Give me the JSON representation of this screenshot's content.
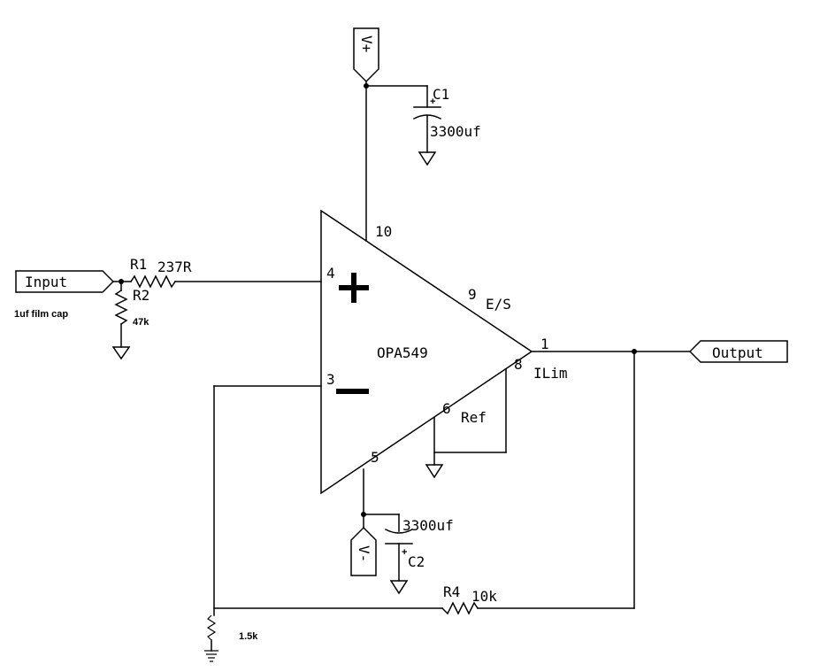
{
  "ports": {
    "input": "Input",
    "output": "Output",
    "vplus": "V+",
    "vminus": "V-"
  },
  "opamp": {
    "part": "OPA549",
    "pin_noninv": "4",
    "pin_inv": "3",
    "pin_vplus": "10",
    "pin_vminus": "5",
    "pin_es": "9",
    "label_es": "E/S",
    "pin_out": "1",
    "pin_ilim": "8",
    "label_ilim": "ILim",
    "pin_ref": "6",
    "label_ref": "Ref"
  },
  "components": {
    "r1_name": "R1",
    "r1_value": "237R",
    "r2_name": "R2",
    "r2_value": "47k",
    "r4_name": "R4",
    "r4_value": "10k",
    "r3_value": "1.5k",
    "c1_name": "C1",
    "c1_value": "3300uf",
    "c2_name": "C2",
    "c2_value": "3300uf",
    "input_cap_note": "1uf film cap"
  }
}
